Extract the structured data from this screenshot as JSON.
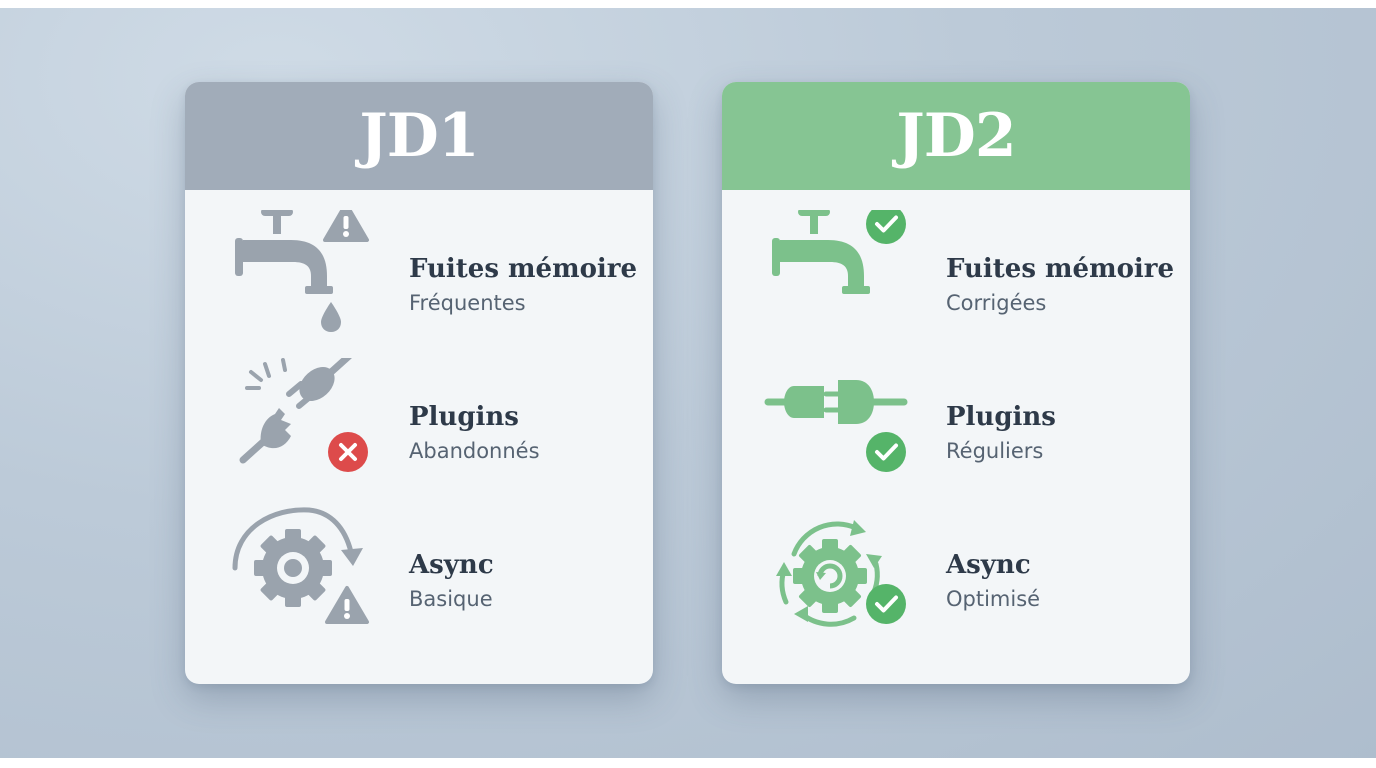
{
  "colors": {
    "jd1_header": "#a1acb9",
    "jd2_header": "#86c593",
    "icon_grey": "#9aa3ad",
    "icon_green": "#7cc18b",
    "status_green": "#55b469",
    "status_red": "#dd4b4b"
  },
  "jd1": {
    "title": "JD1",
    "rows": [
      {
        "title": "Fuites mémoire",
        "subtitle": "Fréquentes",
        "icon": "faucet-icon",
        "status": "warning-icon"
      },
      {
        "title": "Plugins",
        "subtitle": "Abandonnés",
        "icon": "broken-plug-icon",
        "status": "error-icon"
      },
      {
        "title": "Async",
        "subtitle": "Basique",
        "icon": "gear-icon",
        "status": "warning-icon"
      }
    ]
  },
  "jd2": {
    "title": "JD2",
    "rows": [
      {
        "title": "Fuites mémoire",
        "subtitle": "Corrigées",
        "icon": "faucet-icon",
        "status": "check-icon"
      },
      {
        "title": "Plugins",
        "subtitle": "Réguliers",
        "icon": "plug-connected-icon",
        "status": "check-icon"
      },
      {
        "title": "Async",
        "subtitle": "Optimisé",
        "icon": "gear-cycle-icon",
        "status": "check-icon"
      }
    ]
  }
}
